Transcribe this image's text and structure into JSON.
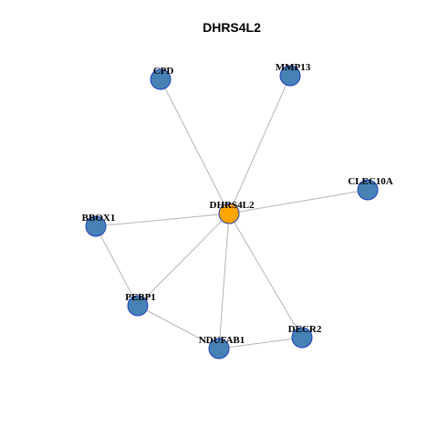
{
  "title": "DHRS4L2",
  "colors": {
    "center_node": "#FFA500",
    "node": "#4682B4",
    "node_border": "#1f3fbf",
    "edge": "#b4b4b4"
  },
  "nodes": [
    {
      "id": "DHRS4L2",
      "label": "DHRS4L2",
      "center": true
    },
    {
      "id": "CPD",
      "label": "CPD",
      "center": false
    },
    {
      "id": "MMP13",
      "label": "MMP13",
      "center": false
    },
    {
      "id": "CLEC10A",
      "label": "CLEC10A",
      "center": false
    },
    {
      "id": "BBOX1",
      "label": "BBOX1",
      "center": false
    },
    {
      "id": "PEBP1",
      "label": "PEBP1",
      "center": false
    },
    {
      "id": "NDUFAB1",
      "label": "NDUFAB1",
      "center": false
    },
    {
      "id": "DECR2",
      "label": "DECR2",
      "center": false
    }
  ],
  "edges": [
    [
      "DHRS4L2",
      "CPD"
    ],
    [
      "DHRS4L2",
      "MMP13"
    ],
    [
      "DHRS4L2",
      "CLEC10A"
    ],
    [
      "DHRS4L2",
      "BBOX1"
    ],
    [
      "DHRS4L2",
      "PEBP1"
    ],
    [
      "DHRS4L2",
      "NDUFAB1"
    ],
    [
      "DHRS4L2",
      "DECR2"
    ],
    [
      "BBOX1",
      "PEBP1"
    ],
    [
      "PEBP1",
      "NDUFAB1"
    ],
    [
      "NDUFAB1",
      "DECR2"
    ]
  ]
}
